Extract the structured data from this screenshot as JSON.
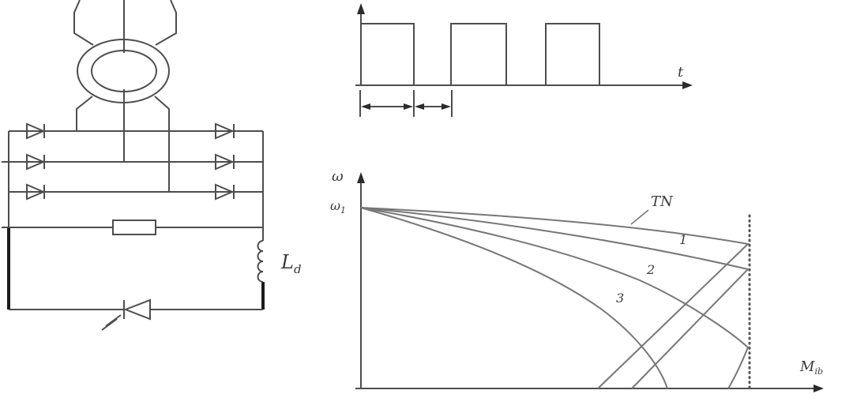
{
  "circuit": {
    "inductor": {
      "main": "L",
      "sub": "d"
    }
  },
  "pulse_plot": {
    "time_label": "t"
  },
  "torque_plot": {
    "omega_axis": "ω",
    "omega1": {
      "main": "ω",
      "sub": "1"
    },
    "torque_axis": {
      "main": "M",
      "sub": "ib"
    },
    "curve_labels": {
      "natural": "TN",
      "one": "1",
      "two": "2",
      "three": "3"
    }
  }
}
